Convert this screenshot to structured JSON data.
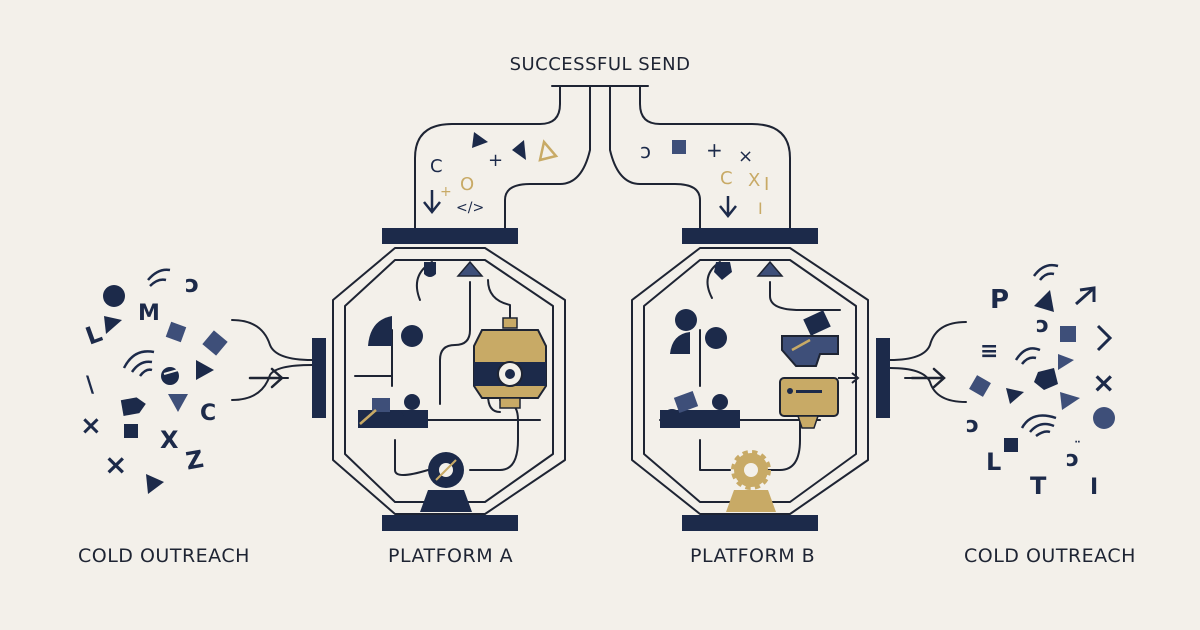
{
  "labels": {
    "top": "SUCCESSFUL SEND",
    "left": "COLD OUTREACH",
    "platform_a": "PLATFORM A",
    "platform_b": "PLATFORM B",
    "right": "COLD OUTREACH"
  },
  "colors": {
    "background": "#f3f0ea",
    "navy": "#1c2a4a",
    "slate": "#3e4f79",
    "gold": "#c8aa66",
    "line": "#1e2433"
  },
  "icons": [
    "circle-icon",
    "triangle-icon",
    "square-icon",
    "x-icon",
    "wifi-icon",
    "arrow-icon",
    "gear-icon",
    "sensor-icon",
    "code-icon",
    "letter-icon"
  ]
}
